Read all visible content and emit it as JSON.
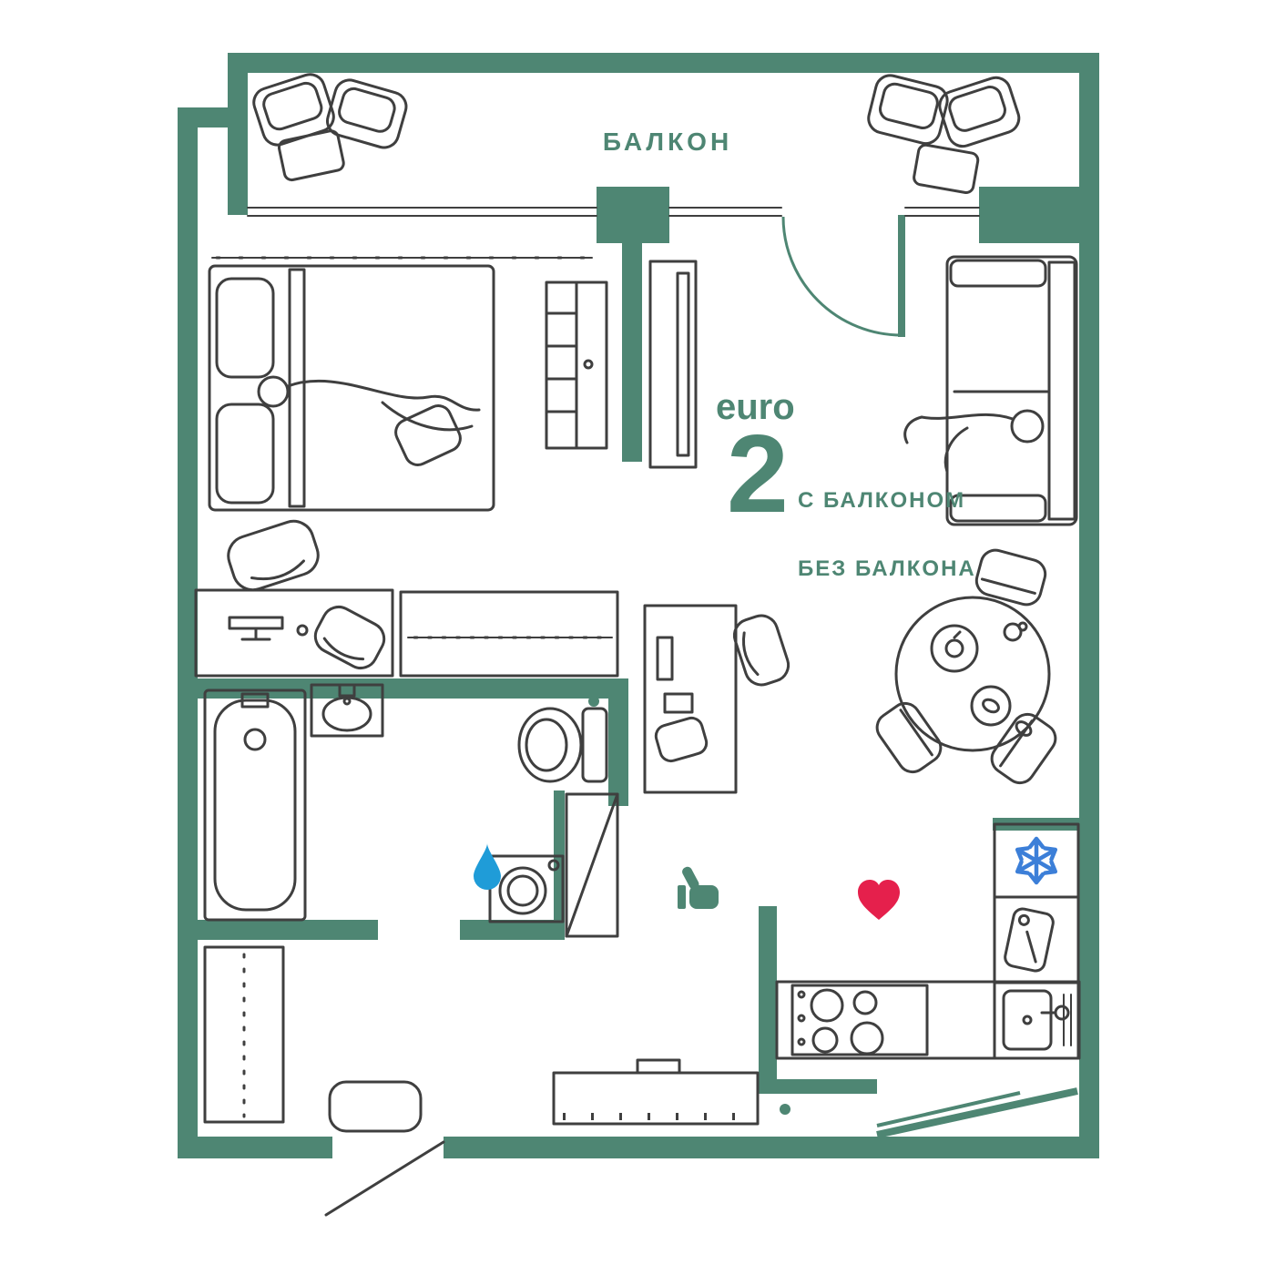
{
  "labels": {
    "balcony": "БАЛКОН",
    "euro": "euro",
    "number": "2",
    "with_balcony": "С БАЛКОНОМ",
    "without_balcony": "БЕЗ БАЛКОНА"
  },
  "colors": {
    "wall": "#4e8673",
    "line": "#3f3f3f",
    "heart": "#e5204c",
    "drop": "#1f9cd8",
    "snowflake": "#3c7fd8",
    "thumb": "#4e8673",
    "background": "#ffffff"
  },
  "icons": [
    {
      "name": "water-drop-icon",
      "meaning": "laundry / wet zone",
      "color": "#1f9cd8"
    },
    {
      "name": "thumbs-up-icon",
      "meaning": "approval mark",
      "color": "#4e8673"
    },
    {
      "name": "heart-icon",
      "meaning": "favorite mark",
      "color": "#e5204c"
    },
    {
      "name": "snowflake-icon",
      "meaning": "refrigerator",
      "color": "#3c7fd8"
    },
    {
      "name": "cutting-board-icon",
      "meaning": "kitchen worktop",
      "color": "#3f3f3f"
    }
  ]
}
